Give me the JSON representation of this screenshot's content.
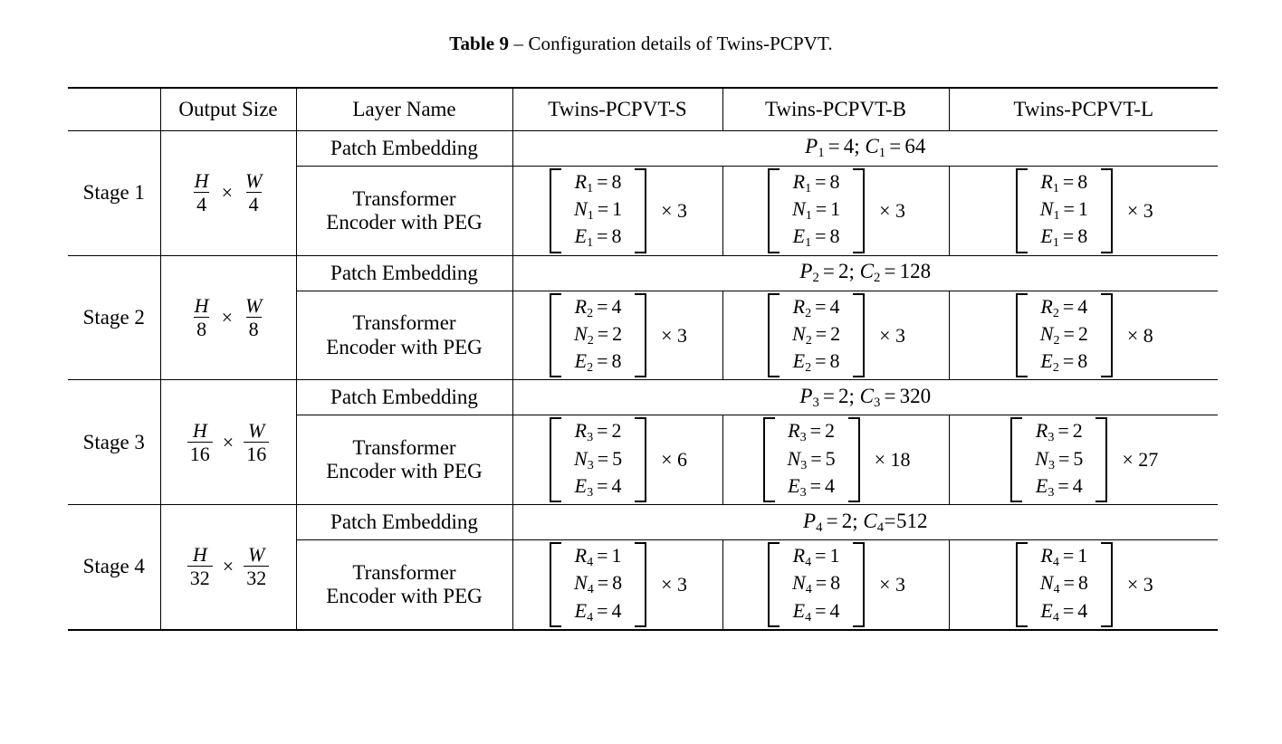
{
  "caption": {
    "table_number": "Table 9",
    "dash": " – ",
    "text": "Configuration details of Twins-PCPVT."
  },
  "table": {
    "headers": {
      "stage": "",
      "output_size": "Output Size",
      "layer_name": "Layer Name",
      "models": [
        "Twins-PCPVT-S",
        "Twins-PCPVT-B",
        "Twins-PCPVT-L"
      ]
    },
    "layer_labels": {
      "patch_embedding": "Patch Embedding",
      "transformer_line1": "Transformer",
      "transformer_line2": "Encoder with PEG"
    },
    "stages": [
      {
        "label": "Stage 1",
        "output_size": {
          "h_num": "H",
          "h_den": "4",
          "times": "×",
          "w_num": "W",
          "w_den": "4"
        },
        "patch_embedding": {
          "p_sym": "P",
          "p_sub": "1",
          "p_eq": "=",
          "p_val": "4",
          "sep": ";",
          "c_sym": "C",
          "c_sub": "1",
          "c_eq": "=",
          "c_val": "64",
          "tight": false
        },
        "configs": [
          {
            "model": "Twins-PCPVT-S",
            "rows": [
              {
                "sym": "R",
                "sub": "1",
                "eq": "=",
                "val": "8"
              },
              {
                "sym": "N",
                "sub": "1",
                "eq": "=",
                "val": "1"
              },
              {
                "sym": "E",
                "sub": "1",
                "eq": "=",
                "val": "8"
              }
            ],
            "multiplier": "× 3"
          },
          {
            "model": "Twins-PCPVT-B",
            "rows": [
              {
                "sym": "R",
                "sub": "1",
                "eq": "=",
                "val": "8"
              },
              {
                "sym": "N",
                "sub": "1",
                "eq": "=",
                "val": "1"
              },
              {
                "sym": "E",
                "sub": "1",
                "eq": "=",
                "val": "8"
              }
            ],
            "multiplier": "× 3"
          },
          {
            "model": "Twins-PCPVT-L",
            "rows": [
              {
                "sym": "R",
                "sub": "1",
                "eq": "=",
                "val": "8"
              },
              {
                "sym": "N",
                "sub": "1",
                "eq": "=",
                "val": "1"
              },
              {
                "sym": "E",
                "sub": "1",
                "eq": "=",
                "val": "8"
              }
            ],
            "multiplier": "× 3"
          }
        ]
      },
      {
        "label": "Stage 2",
        "output_size": {
          "h_num": "H",
          "h_den": "8",
          "times": "×",
          "w_num": "W",
          "w_den": "8"
        },
        "patch_embedding": {
          "p_sym": "P",
          "p_sub": "2",
          "p_eq": "=",
          "p_val": "2",
          "sep": ";",
          "c_sym": "C",
          "c_sub": "2",
          "c_eq": "=",
          "c_val": "128",
          "tight": false
        },
        "configs": [
          {
            "model": "Twins-PCPVT-S",
            "rows": [
              {
                "sym": "R",
                "sub": "2",
                "eq": "=",
                "val": "4"
              },
              {
                "sym": "N",
                "sub": "2",
                "eq": "=",
                "val": "2"
              },
              {
                "sym": "E",
                "sub": "2",
                "eq": "=",
                "val": "8"
              }
            ],
            "multiplier": "× 3"
          },
          {
            "model": "Twins-PCPVT-B",
            "rows": [
              {
                "sym": "R",
                "sub": "2",
                "eq": "=",
                "val": "4"
              },
              {
                "sym": "N",
                "sub": "2",
                "eq": "=",
                "val": "2"
              },
              {
                "sym": "E",
                "sub": "2",
                "eq": "=",
                "val": "8"
              }
            ],
            "multiplier": "× 3"
          },
          {
            "model": "Twins-PCPVT-L",
            "rows": [
              {
                "sym": "R",
                "sub": "2",
                "eq": "=",
                "val": "4"
              },
              {
                "sym": "N",
                "sub": "2",
                "eq": "=",
                "val": "2"
              },
              {
                "sym": "E",
                "sub": "2",
                "eq": "=",
                "val": "8"
              }
            ],
            "multiplier": "× 8"
          }
        ]
      },
      {
        "label": "Stage 3",
        "output_size": {
          "h_num": "H",
          "h_den": "16",
          "times": "×",
          "w_num": "W",
          "w_den": "16"
        },
        "patch_embedding": {
          "p_sym": "P",
          "p_sub": "3",
          "p_eq": "=",
          "p_val": "2",
          "sep": ";",
          "c_sym": "C",
          "c_sub": "3",
          "c_eq": "=",
          "c_val": "320",
          "tight": false
        },
        "configs": [
          {
            "model": "Twins-PCPVT-S",
            "rows": [
              {
                "sym": "R",
                "sub": "3",
                "eq": "=",
                "val": "2"
              },
              {
                "sym": "N",
                "sub": "3",
                "eq": "=",
                "val": "5"
              },
              {
                "sym": "E",
                "sub": "3",
                "eq": "=",
                "val": "4"
              }
            ],
            "multiplier": "× 6"
          },
          {
            "model": "Twins-PCPVT-B",
            "rows": [
              {
                "sym": "R",
                "sub": "3",
                "eq": "=",
                "val": "2"
              },
              {
                "sym": "N",
                "sub": "3",
                "eq": "=",
                "val": "5"
              },
              {
                "sym": "E",
                "sub": "3",
                "eq": "=",
                "val": "4"
              }
            ],
            "multiplier": "× 18"
          },
          {
            "model": "Twins-PCPVT-L",
            "rows": [
              {
                "sym": "R",
                "sub": "3",
                "eq": "=",
                "val": "2"
              },
              {
                "sym": "N",
                "sub": "3",
                "eq": "=",
                "val": "5"
              },
              {
                "sym": "E",
                "sub": "3",
                "eq": "=",
                "val": "4"
              }
            ],
            "multiplier": "× 27"
          }
        ]
      },
      {
        "label": "Stage 4",
        "output_size": {
          "h_num": "H",
          "h_den": "32",
          "times": "×",
          "w_num": "W",
          "w_den": "32"
        },
        "patch_embedding": {
          "p_sym": "P",
          "p_sub": "4",
          "p_eq": "=",
          "p_val": "2",
          "sep": ";",
          "c_sym": "C",
          "c_sub": "4",
          "c_eq": "=",
          "c_val": "512",
          "tight": true
        },
        "configs": [
          {
            "model": "Twins-PCPVT-S",
            "rows": [
              {
                "sym": "R",
                "sub": "4",
                "eq": "=",
                "val": "1"
              },
              {
                "sym": "N",
                "sub": "4",
                "eq": "=",
                "val": "8"
              },
              {
                "sym": "E",
                "sub": "4",
                "eq": "=",
                "val": "4"
              }
            ],
            "multiplier": "× 3"
          },
          {
            "model": "Twins-PCPVT-B",
            "rows": [
              {
                "sym": "R",
                "sub": "4",
                "eq": "=",
                "val": "1"
              },
              {
                "sym": "N",
                "sub": "4",
                "eq": "=",
                "val": "8"
              },
              {
                "sym": "E",
                "sub": "4",
                "eq": "=",
                "val": "4"
              }
            ],
            "multiplier": "× 3"
          },
          {
            "model": "Twins-PCPVT-L",
            "rows": [
              {
                "sym": "R",
                "sub": "4",
                "eq": "=",
                "val": "1"
              },
              {
                "sym": "N",
                "sub": "4",
                "eq": "=",
                "val": "8"
              },
              {
                "sym": "E",
                "sub": "4",
                "eq": "=",
                "val": "4"
              }
            ],
            "multiplier": "× 3"
          }
        ]
      }
    ]
  }
}
